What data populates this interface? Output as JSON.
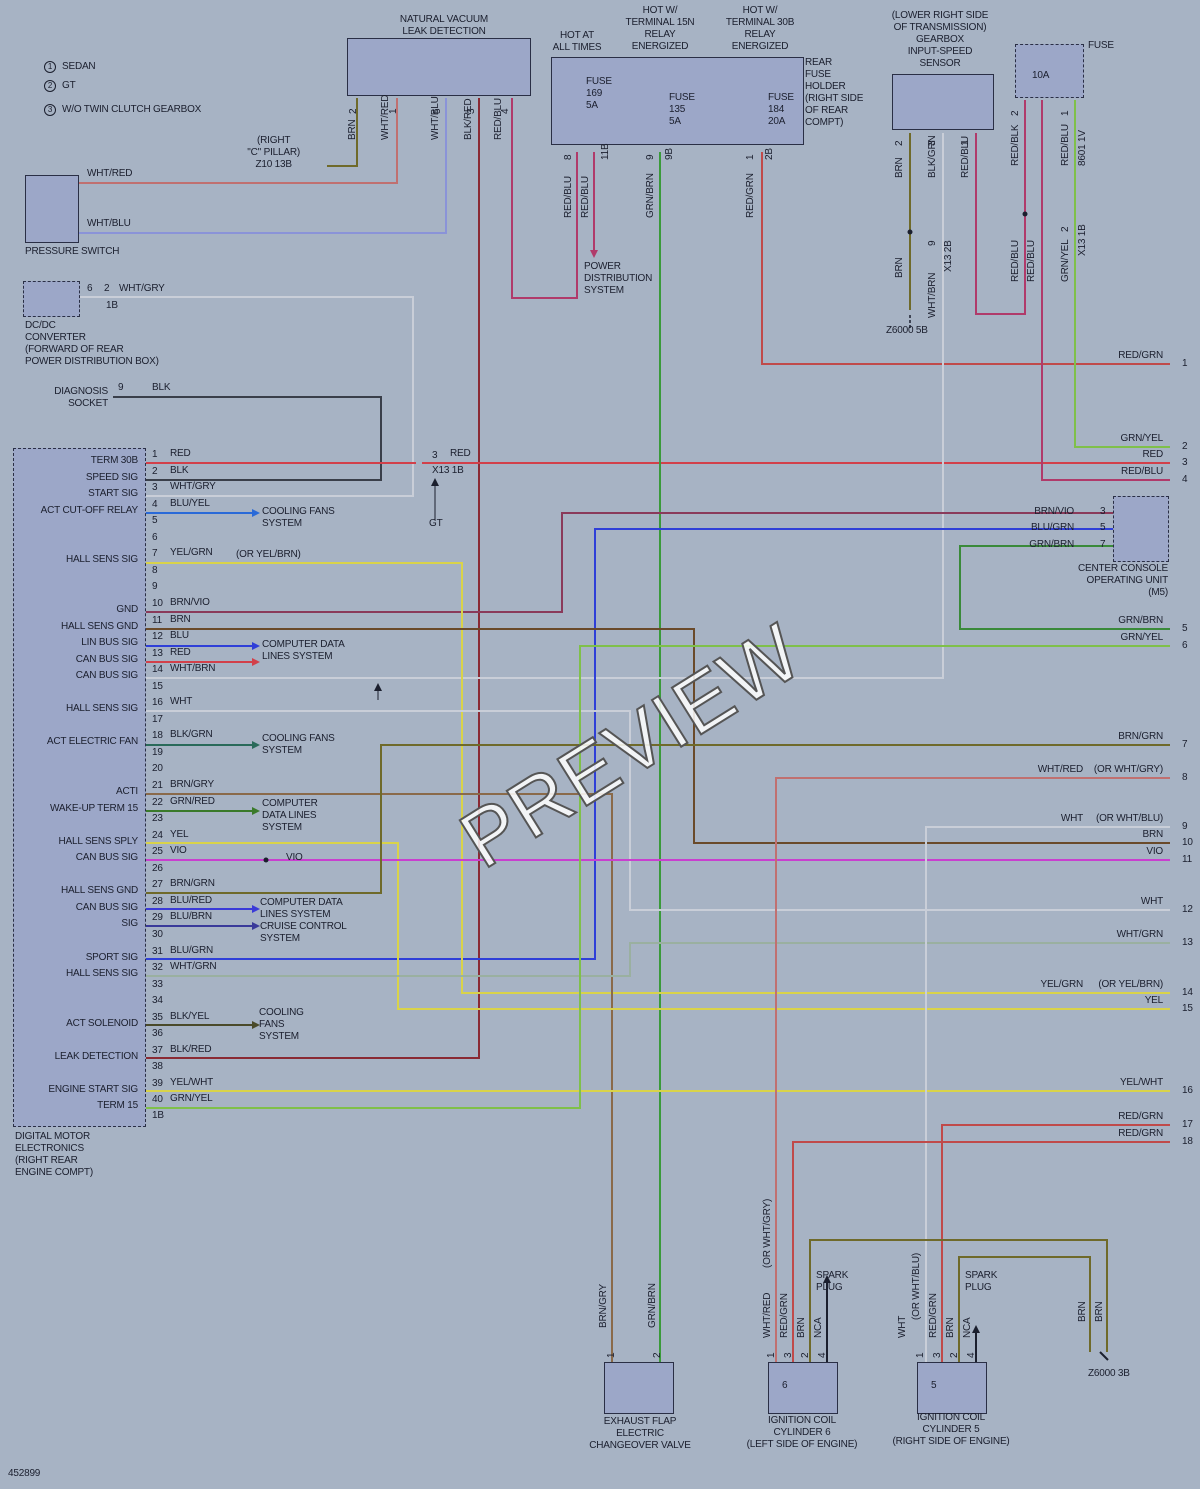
{
  "legend": {
    "one": "SEDAN",
    "two": "GT",
    "three": "W/O TWIN CLUTCH GEARBOX"
  },
  "doc_id": "452899",
  "watermark": "PREVIEW",
  "components": {
    "nvld": "NATURAL VACUUM\nLEAK DETECTION",
    "fuse_holder": "REAR\nFUSE\nHOLDER\n(RIGHT SIDE\nOF REAR\nCOMPT)",
    "hot_always": "HOT AT\nALL TIMES",
    "hot_15n": "HOT W/\nTERMINAL 15N\nRELAY\nENERGIZED",
    "hot_30b": "HOT W/\nTERMINAL 30B\nRELAY\nENERGIZED",
    "fuse169": "FUSE\n169\n5A",
    "fuse135": "FUSE\n135\n5A",
    "fuse184": "FUSE\n184\n20A",
    "gearbox_sensor": "(LOWER RIGHT SIDE\nOF TRANSMISSION)\nGEARBOX\nINPUT-SPEED\nSENSOR",
    "fuse_top": "FUSE",
    "fuse_10a": "10A",
    "pressure_switch": "PRESSURE SWITCH",
    "dcdc": "DC/DC\nCONVERTER\n(FORWARD OF REAR\nPOWER DISTRIBUTION BOX)",
    "diag_socket": "DIAGNOSIS\nSOCKET",
    "dme": "DIGITAL MOTOR\nELECTRONICS\n(RIGHT REAR\nENGINE COMPT)",
    "console": "CENTER CONSOLE\nOPERATING UNIT\n(M5)",
    "power_dist": "POWER\nDISTRIBUTION\nSYSTEM",
    "right_c_pillar": "(RIGHT\n\"C\" PILLAR)\nZ10 13B",
    "exhaust_flap": "EXHAUST FLAP\nELECTRIC\nCHANGEOVER VALVE",
    "coil6": "IGNITION COIL\nCYLINDER 6\n(LEFT SIDE OF ENGINE)",
    "coil5": "IGNITION COIL\nCYLINDER 5\n(RIGHT SIDE OF ENGINE)",
    "spark_plug": "SPARK\nPLUG",
    "z6000_5b": "Z6000 5B",
    "z6000_3b": "Z6000 3B",
    "gt": "GT",
    "conn_x131b": "X13 1B",
    "conn_1b": "1B"
  },
  "dme_labels": [
    {
      "pin": "1",
      "label": "TERM 30B",
      "wire": "RED"
    },
    {
      "pin": "2",
      "label": "SPEED SIG",
      "wire": "BLK"
    },
    {
      "pin": "3",
      "label": "START SIG",
      "wire": "WHT/GRY"
    },
    {
      "pin": "4",
      "label": "ACT CUT-OFF RELAY",
      "wire": "BLU/YEL"
    },
    {
      "pin": "5",
      "label": "",
      "wire": ""
    },
    {
      "pin": "6",
      "label": "",
      "wire": ""
    },
    {
      "pin": "7",
      "label": "HALL SENS SIG",
      "wire": "YEL/GRN"
    },
    {
      "pin": "8",
      "label": "",
      "wire": ""
    },
    {
      "pin": "9",
      "label": "",
      "wire": ""
    },
    {
      "pin": "10",
      "label": "GND",
      "wire": "BRN/VIO"
    },
    {
      "pin": "11",
      "label": "HALL SENS GND",
      "wire": "BRN"
    },
    {
      "pin": "12",
      "label": "LIN BUS SIG",
      "wire": "BLU"
    },
    {
      "pin": "13",
      "label": "CAN BUS SIG",
      "wire": "RED"
    },
    {
      "pin": "14",
      "label": "CAN BUS SIG",
      "wire": "WHT/BRN"
    },
    {
      "pin": "15",
      "label": "",
      "wire": ""
    },
    {
      "pin": "16",
      "label": "HALL SENS SIG",
      "wire": "WHT"
    },
    {
      "pin": "17",
      "label": "",
      "wire": ""
    },
    {
      "pin": "18",
      "label": "ACT ELECTRIC FAN",
      "wire": "BLK/GRN"
    },
    {
      "pin": "19",
      "label": "",
      "wire": ""
    },
    {
      "pin": "20",
      "label": "",
      "wire": ""
    },
    {
      "pin": "21",
      "label": "ACTI",
      "wire": "BRN/GRY"
    },
    {
      "pin": "22",
      "label": "WAKE-UP TERM 15",
      "wire": "GRN/RED"
    },
    {
      "pin": "23",
      "label": "",
      "wire": ""
    },
    {
      "pin": "24",
      "label": "HALL SENS SPLY",
      "wire": "YEL"
    },
    {
      "pin": "25",
      "label": "CAN BUS SIG",
      "wire": "VIO"
    },
    {
      "pin": "26",
      "label": "",
      "wire": ""
    },
    {
      "pin": "27",
      "label": "HALL SENS GND",
      "wire": "BRN/GRN"
    },
    {
      "pin": "28",
      "label": "CAN BUS SIG",
      "wire": "BLU/RED"
    },
    {
      "pin": "29",
      "label": "SIG",
      "wire": "BLU/BRN"
    },
    {
      "pin": "30",
      "label": "",
      "wire": ""
    },
    {
      "pin": "31",
      "label": "SPORT SIG",
      "wire": "BLU/GRN"
    },
    {
      "pin": "32",
      "label": "HALL SENS SIG",
      "wire": "WHT/GRN"
    },
    {
      "pin": "33",
      "label": "",
      "wire": ""
    },
    {
      "pin": "34",
      "label": "",
      "wire": ""
    },
    {
      "pin": "35",
      "label": "ACT SOLENOID",
      "wire": "BLK/YEL"
    },
    {
      "pin": "36",
      "label": "",
      "wire": ""
    },
    {
      "pin": "37",
      "label": "LEAK DETECTION",
      "wire": "BLK/RED"
    },
    {
      "pin": "38",
      "label": "",
      "wire": ""
    },
    {
      "pin": "39",
      "label": "ENGINE START SIG",
      "wire": "YEL/WHT"
    },
    {
      "pin": "40",
      "label": "TERM 15",
      "wire": "GRN/YEL"
    }
  ],
  "side_systems": {
    "cooling_fans": "COOLING FANS\nSYSTEM",
    "comp_data": "COMPUTER DATA\nLINES SYSTEM",
    "comp_data_3": "COMPUTER\nDATA LINES\nSYSTEM",
    "cooling_fans_3": "COOLING\nFANS\nSYSTEM",
    "cruise": "CRUISE CONTROL\nSYSTEM",
    "or_yel_brn": "(OR YEL/BRN)"
  },
  "right_labels": [
    {
      "n": "1",
      "wire": "RED/GRN",
      "alt": ""
    },
    {
      "n": "2",
      "wire": "GRN/YEL",
      "alt": ""
    },
    {
      "n": "3",
      "wire": "RED",
      "alt": ""
    },
    {
      "n": "4",
      "wire": "RED/BLU",
      "alt": ""
    },
    {
      "n": "5",
      "wire": "GRN/BRN",
      "alt": ""
    },
    {
      "n": "6",
      "wire": "GRN/YEL",
      "alt": ""
    },
    {
      "n": "7",
      "wire": "BRN/GRN",
      "alt": ""
    },
    {
      "n": "8",
      "wire": "WHT/RED",
      "alt": "(OR WHT/GRY)"
    },
    {
      "n": "9",
      "wire": "WHT",
      "alt": "(OR WHT/BLU)"
    },
    {
      "n": "10",
      "wire": "BRN",
      "alt": ""
    },
    {
      "n": "11",
      "wire": "VIO",
      "alt": ""
    },
    {
      "n": "12",
      "wire": "WHT",
      "alt": ""
    },
    {
      "n": "13",
      "wire": "WHT/GRN",
      "alt": ""
    },
    {
      "n": "14",
      "wire": "YEL/GRN",
      "alt": "(OR YEL/BRN)"
    },
    {
      "n": "15",
      "wire": "YEL",
      "alt": ""
    },
    {
      "n": "16",
      "wire": "YEL/WHT",
      "alt": ""
    },
    {
      "n": "17",
      "wire": "RED/GRN",
      "alt": ""
    },
    {
      "n": "18",
      "wire": "RED/GRN",
      "alt": ""
    }
  ],
  "console_pins": [
    {
      "n": "3",
      "wire": "BRN/VIO"
    },
    {
      "n": "5",
      "wire": "BLU/GRN"
    },
    {
      "n": "7",
      "wire": "GRN/BRN"
    }
  ],
  "wire_text": {
    "ps1": "WHT/RED",
    "ps3": "WHT/BLU",
    "dc_6": "6",
    "dc_2": "2",
    "dc_wire": "WHT/GRY",
    "diag_pin": "9",
    "diag_wire": "BLK",
    "x13_red": "RED",
    "x13_pin": "3",
    "nvld_wires": [
      "BRN",
      "WHT/RED",
      "WHT/BLU",
      "BLK/RED",
      "RED/BLU"
    ],
    "nvld_pins": [
      "2",
      "1",
      "5",
      "3",
      "4"
    ],
    "fuse_wires": [
      "RED/BLU",
      "RED/BLU",
      "GRN/BRN",
      "RED/GRN"
    ],
    "fuse_pins": [
      "8",
      "11B",
      "9",
      "9B",
      "1",
      "2B"
    ],
    "sensor_wires": [
      "BRN",
      "BLK/GRN",
      "RED/BLU"
    ],
    "sensor_pins": [
      "2",
      "3",
      "1"
    ],
    "sensor_lower": [
      "BRN",
      "WHT/BRN",
      "9",
      "X13 2B"
    ],
    "fuse10_wires": [
      "RED/BLK",
      "RED/BLU",
      "8601 1V"
    ],
    "fuse10_pins": [
      "2",
      "1"
    ],
    "fuse10_lower": [
      "RED/BLU",
      "RED/BLU",
      "GRN/YEL",
      "2",
      "X13 1B"
    ],
    "vio_mid": "VIO",
    "exh_wires": [
      "BRN/GRY",
      "GRN/BRN"
    ],
    "exh_pins": [
      "1",
      "2"
    ],
    "c6_wires": [
      "(OR WHT/GRY)",
      "WHT/RED",
      "RED/GRN",
      "BRN",
      "NCA"
    ],
    "c6_pins": [
      "1",
      "3",
      "2",
      "4"
    ],
    "c5_wires": [
      "(OR WHT/BLU)",
      "WHT",
      "RED/GRN",
      "BRN",
      "NCA"
    ],
    "c5_pins": [
      "1",
      "3",
      "2",
      "4"
    ],
    "gnd_wires": [
      "BRN",
      "BRN"
    ],
    "coil6_num": "6",
    "coil5_num": "5"
  },
  "colors": {
    "red": "#d2404a",
    "blue": "#2f3fd8",
    "green": "#3c8e3a",
    "yellow": "#d9d34a",
    "violet": "#c93fcf",
    "grey": "#c9ced8",
    "dark": "#3a3f4a",
    "olive": "#6f6a2a",
    "brown": "#7a5a2a",
    "pink": "#c07070",
    "lightgreen": "#7fc04a"
  }
}
